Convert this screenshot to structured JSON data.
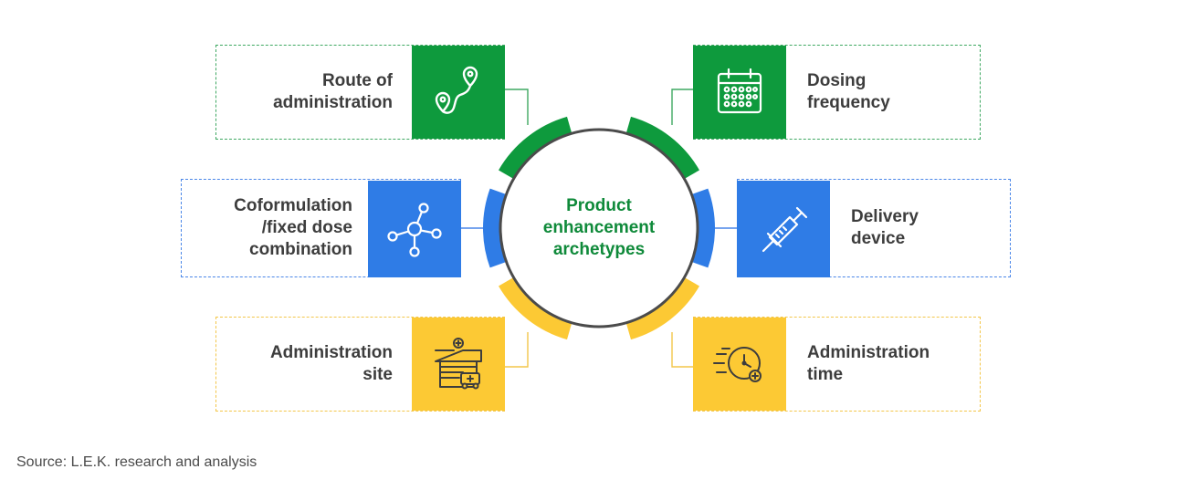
{
  "center": {
    "lines": [
      "Product",
      "enhancement",
      "archetypes"
    ]
  },
  "source": "Source: L.E.K. research and analysis",
  "colors": {
    "green": "#0e9a3d",
    "blue": "#2f7ce6",
    "yellow": "#fcc934",
    "center_text": "#0f8a3a"
  },
  "items": {
    "route": {
      "lines": [
        "Route of",
        "administration"
      ],
      "icon": "route-map-pin-icon",
      "color": "green"
    },
    "dosing": {
      "lines": [
        "Dosing",
        "frequency"
      ],
      "icon": "calendar-icon",
      "color": "green"
    },
    "coformulation": {
      "lines": [
        "Coformulation",
        "/fixed dose",
        "combination"
      ],
      "icon": "molecule-icon",
      "color": "blue"
    },
    "delivery": {
      "lines": [
        "Delivery",
        "device"
      ],
      "icon": "syringe-icon",
      "color": "blue"
    },
    "site": {
      "lines": [
        "Administration",
        "site"
      ],
      "icon": "hospital-ambulance-icon",
      "color": "yellow"
    },
    "time": {
      "lines": [
        "Administration",
        "time"
      ],
      "icon": "clock-plus-icon",
      "color": "yellow"
    }
  }
}
